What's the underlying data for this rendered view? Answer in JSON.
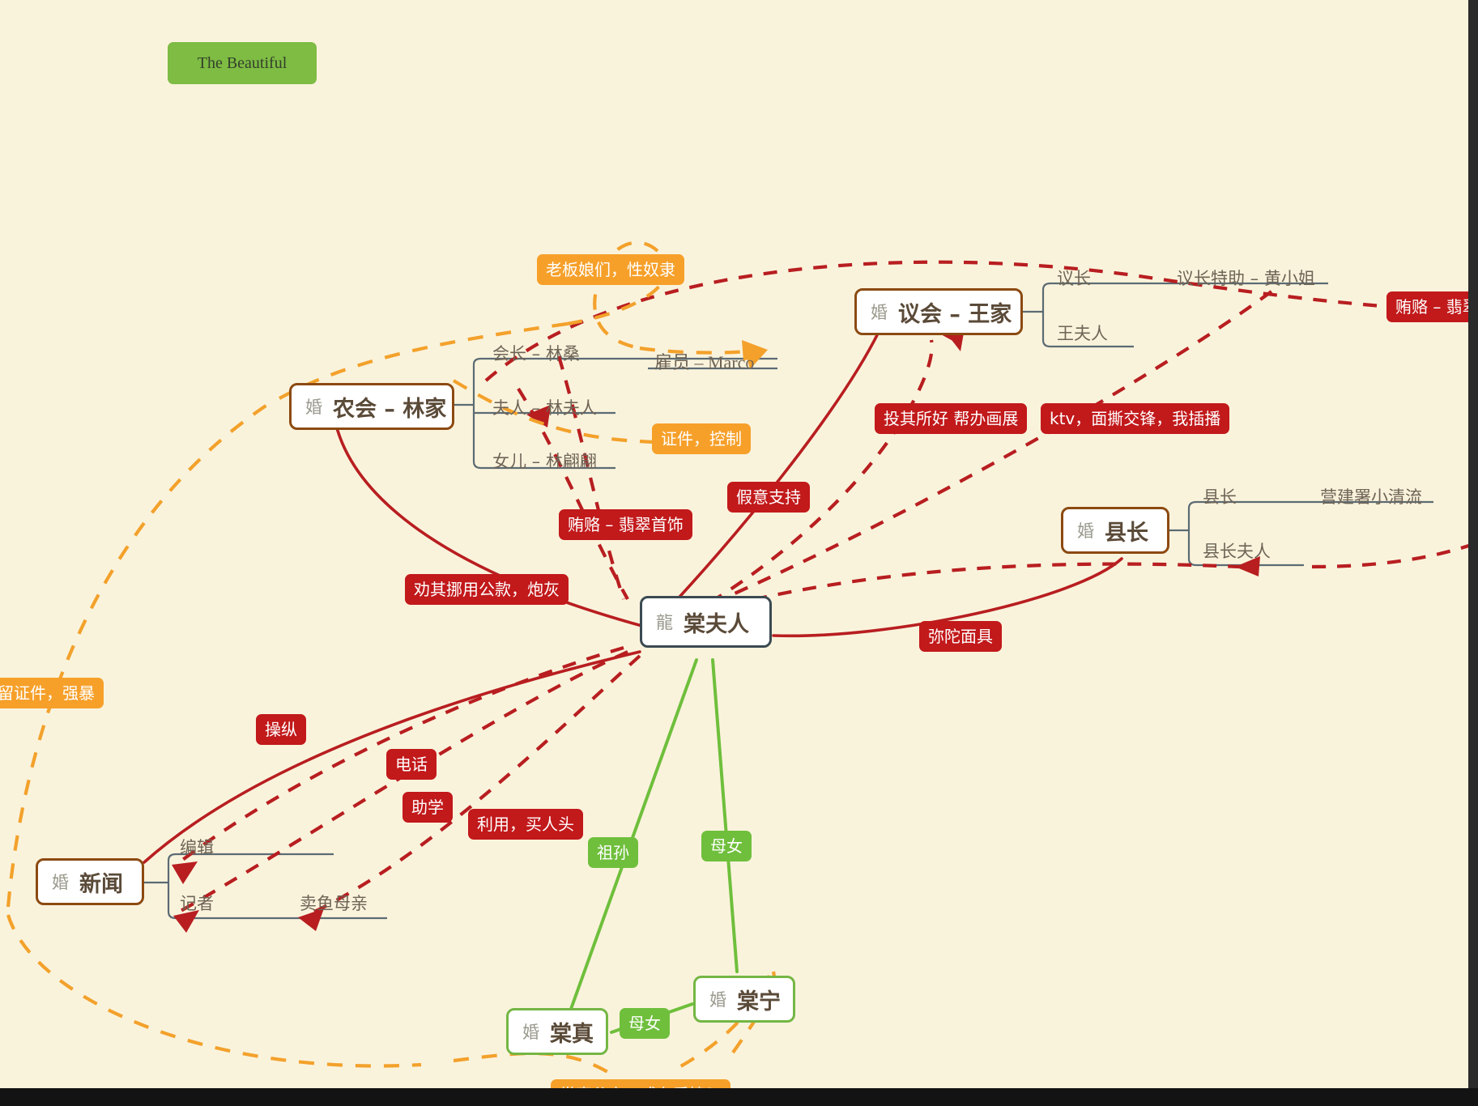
{
  "title": {
    "label": "The Beautiful"
  },
  "nodes": [
    {
      "id": "nonghui",
      "tag": "婚",
      "name": "农会 – 林家",
      "color": "brown"
    },
    {
      "id": "yihui",
      "tag": "婚",
      "name": "议会 – 王家",
      "color": "brown"
    },
    {
      "id": "xianzhang",
      "tag": "婚",
      "name": "县长",
      "color": "brown"
    },
    {
      "id": "tangfuren",
      "tag": "龍",
      "name": "棠夫人",
      "color": "dark"
    },
    {
      "id": "xinwen",
      "tag": "婚",
      "name": "新闻",
      "color": "brown"
    },
    {
      "id": "tangzhen",
      "tag": "婚",
      "name": "棠真",
      "color": "green"
    },
    {
      "id": "tangning",
      "tag": "婚",
      "name": "棠宁",
      "color": "green"
    }
  ],
  "branches": [
    {
      "id": "b-huizhang",
      "text": "会长 – 林桑"
    },
    {
      "id": "b-linfuren",
      "text": "夫人 – 林夫人"
    },
    {
      "id": "b-linpianpian",
      "text": "女儿 – 林翩翩"
    },
    {
      "id": "b-marco",
      "text": "雇员 – Marco"
    },
    {
      "id": "b-yizhang",
      "text": "议长"
    },
    {
      "id": "b-wangfuren",
      "text": "王夫人"
    },
    {
      "id": "b-huangxiaojie",
      "text": "议长特助 – 黄小姐"
    },
    {
      "id": "b-xianzhang",
      "text": "县长"
    },
    {
      "id": "b-xianzhangfuren",
      "text": "县长夫人"
    },
    {
      "id": "b-yingjianshu",
      "text": "营建署小清流"
    },
    {
      "id": "b-bianji",
      "text": "编辑"
    },
    {
      "id": "b-jizhe",
      "text": "记者"
    },
    {
      "id": "b-maiyumuqin",
      "text": "卖鱼母亲"
    }
  ],
  "chips": [
    {
      "id": "c-laobanniang",
      "text": "老板娘们，性奴隶",
      "color": "orange"
    },
    {
      "id": "c-zhengjian",
      "text": "证件，控制",
      "color": "orange"
    },
    {
      "id": "c-kouliu",
      "text": "扣留证件，强暴",
      "color": "orange"
    },
    {
      "id": "c-tangzhenfuqin",
      "text": "棠真父亲，或有爱情？",
      "color": "orange"
    },
    {
      "id": "c-huilu-left",
      "text": "贿赂 – 翡翠首饰",
      "color": "red"
    },
    {
      "id": "c-huilu-right",
      "text": "贿赂 – 翡翠首饰",
      "color": "red"
    },
    {
      "id": "c-touqisuohao",
      "text": "投其所好 帮办画展",
      "color": "red"
    },
    {
      "id": "c-ktv",
      "text": "ktv，面撕交锋，我插播",
      "color": "red"
    },
    {
      "id": "c-jiayizhichi",
      "text": "假意支持",
      "color": "red"
    },
    {
      "id": "c-quanqi",
      "text": "劝其挪用公款，炮灰",
      "color": "red"
    },
    {
      "id": "c-mituo",
      "text": "弥陀面具",
      "color": "red"
    },
    {
      "id": "c-caozong",
      "text": "操纵",
      "color": "red"
    },
    {
      "id": "c-dianhua",
      "text": "电话",
      "color": "red"
    },
    {
      "id": "c-zhuxue",
      "text": "助学",
      "color": "red"
    },
    {
      "id": "c-liyong",
      "text": "利用，买人头",
      "color": "red"
    },
    {
      "id": "c-zusun",
      "text": "祖孙",
      "color": "green"
    },
    {
      "id": "c-munv-1",
      "text": "母女",
      "color": "green"
    },
    {
      "id": "c-munv-2",
      "text": "母女",
      "color": "green"
    }
  ],
  "colors": {
    "background": "#faf3dc",
    "red": "#c2191b",
    "orange": "#f6a02a",
    "green": "#6fbf3c",
    "node_brown": "#8c4a11",
    "node_dark": "#3b4a52",
    "branch_line": "#5b6b73",
    "text_brown": "#5a4a38"
  }
}
